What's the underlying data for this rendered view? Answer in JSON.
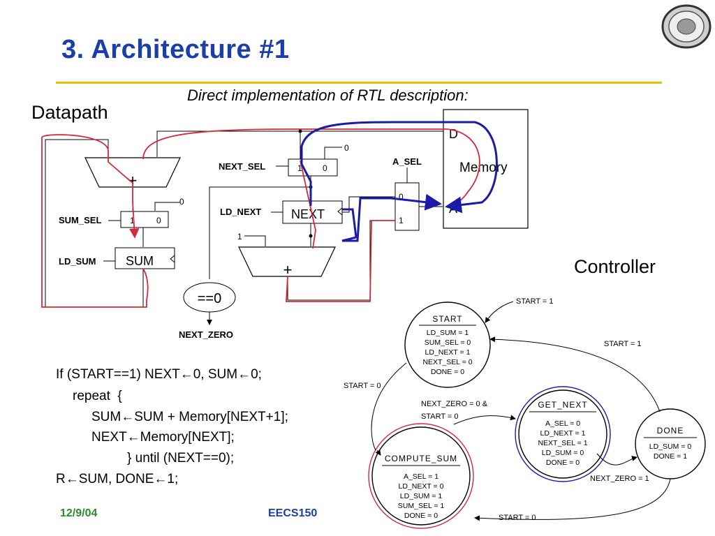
{
  "slide": {
    "title": "3. Architecture #1",
    "subtitle": "Direct implementation of RTL description:",
    "datapath_label": "Datapath",
    "controller_label": "Controller",
    "footer_date": "12/9/04",
    "footer_course": "EECS150",
    "accent_title": "#1a3fa8",
    "accent_rule": "#e6c200",
    "accent_date": "#2c8a2c"
  },
  "datapath": {
    "adder1_sym": "+",
    "adder2_sym": "+",
    "sum_sel": "SUM_SEL",
    "sum_mux_in1": "1",
    "sum_mux_in0": "0",
    "sum_mux_const": "0",
    "ld_sum": "LD_SUM",
    "sum_reg": "SUM",
    "next_sel": "NEXT_SEL",
    "next_mux_in1": "1",
    "next_mux_in0": "0",
    "next_mux_const": "0",
    "ld_next": "LD_NEXT",
    "next_reg": "NEXT",
    "adder2_const": "1",
    "zero_test": "==0",
    "next_zero": "NEXT_ZERO",
    "a_sel": "A_SEL",
    "a_mux_in0": "0",
    "a_mux_in1": "1",
    "memory": "Memory",
    "mem_d": "D",
    "mem_a": "A",
    "wire_red": "#d6283a",
    "wire_blue": "#1b1ba8"
  },
  "controller": {
    "start_state": {
      "name": "START",
      "lines": [
        "LD_SUM = 1",
        "SUM_SEL = 0",
        "LD_NEXT = 1",
        "NEXT_SEL = 0",
        "DONE = 0"
      ]
    },
    "get_next_state": {
      "name": "GET_NEXT",
      "lines": [
        "A_SEL = 0",
        "LD_NEXT = 1",
        "NEXT_SEL = 1",
        "LD_SUM = 0",
        "DONE = 0"
      ]
    },
    "compute_sum_state": {
      "name": "COMPUTE_SUM",
      "lines": [
        "A_SEL = 1",
        "LD_NEXT = 0",
        "LD_SUM = 1",
        "SUM_SEL = 1",
        "DONE = 0"
      ]
    },
    "done_state": {
      "name": "DONE",
      "lines": [
        "LD_SUM = 0",
        "DONE = 1"
      ]
    },
    "t_start1_top": "START = 1",
    "t_start1_done": "START = 1",
    "t_start0_left": "START = 0",
    "t_nz0_a": "NEXT_ZERO = 0 &",
    "t_nz0_b": "START = 0",
    "t_nz1": "NEXT_ZERO = 1",
    "t_start0_bottom": "START = 0"
  },
  "code": {
    "line1": "If (START==1) NEXT←0, SUM←0;",
    "line2": "repeat  {",
    "line3": "SUM←SUM + Memory[NEXT+1];",
    "line4": "NEXT←Memory[NEXT];",
    "line5": "} until (NEXT==0);",
    "line6": "R←SUM, DONE←1;"
  }
}
